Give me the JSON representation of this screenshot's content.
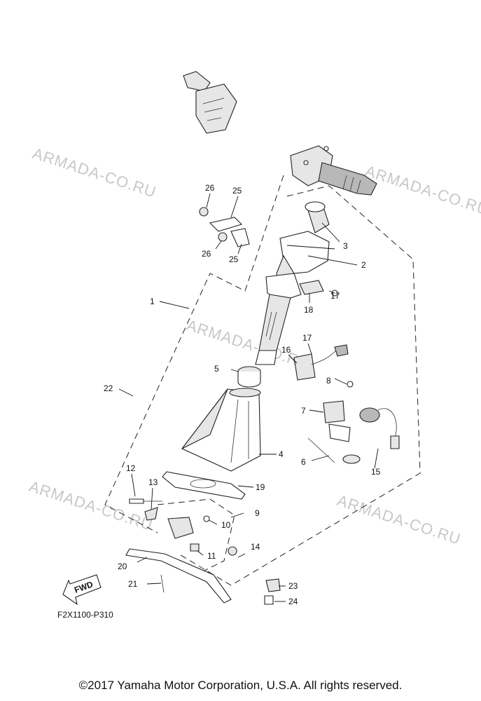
{
  "diagram_code": "F2X1100-P310",
  "copyright": "©2017 Yamaha Motor Corporation, U.S.A. All rights reserved.",
  "watermark": "ARMADA-CO.RU",
  "fwd_label": "FWD",
  "callouts": {
    "c1": "1",
    "c2": "2",
    "c3": "3",
    "c4": "4",
    "c5": "5",
    "c6": "6",
    "c7": "7",
    "c8": "8",
    "c9": "9",
    "c10": "10",
    "c11": "11",
    "c12": "12",
    "c13": "13",
    "c14": "14",
    "c15": "15",
    "c16": "16",
    "c17a": "17",
    "c17b": "17",
    "c18": "18",
    "c19": "19",
    "c20": "20",
    "c21": "21",
    "c22": "22",
    "c23": "23",
    "c24": "24",
    "c25a": "25",
    "c25b": "25",
    "c26a": "26",
    "c26b": "26"
  }
}
